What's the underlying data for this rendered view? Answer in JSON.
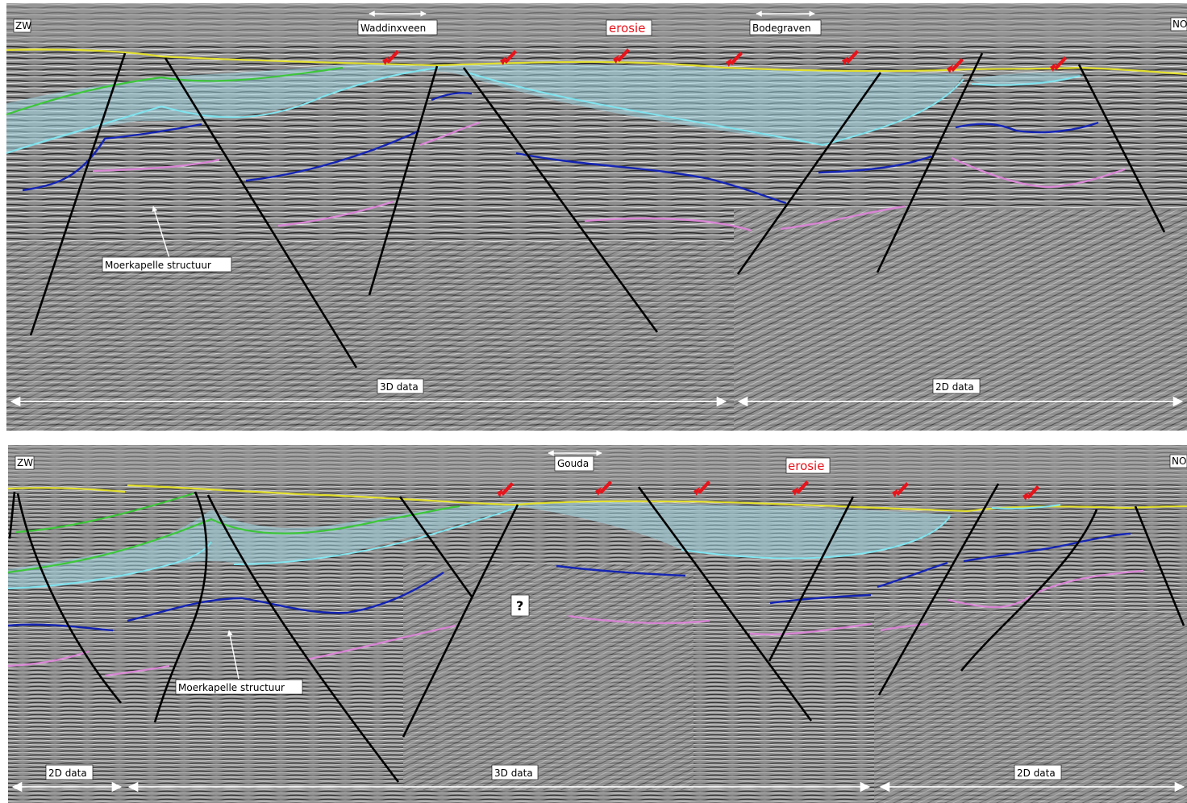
{
  "colors": {
    "background_seismic": "#8d8d8d",
    "surface_yellow": "#e3e02e",
    "green_horizon": "#3dc63a",
    "cyan_horizon": "#7fe3ee",
    "fill_lightblue": "#9fd4e0",
    "blue_horizon": "#1424b4",
    "pink_horizon": "#d886d4",
    "fault": "#000000",
    "arrow_red": "#e8141c",
    "annotation_white": "#ffffff"
  },
  "top_panel": {
    "label_left": "ZW",
    "label_right": "NO",
    "town_1": "Waddinxveen",
    "town_2": "Bodegraven",
    "erosion_label": "erosie",
    "structure_label": "Moerkapelle structuur",
    "data_3d": "3D data",
    "data_2d": "2D data"
  },
  "bottom_panel": {
    "label_left": "ZW",
    "label_right": "NO",
    "town_1": "Gouda",
    "erosion_label": "erosie",
    "structure_label": "Moerkapelle structuur",
    "question": "?",
    "data_2d_left": "2D data",
    "data_3d": "3D data",
    "data_2d_right": "2D data"
  }
}
